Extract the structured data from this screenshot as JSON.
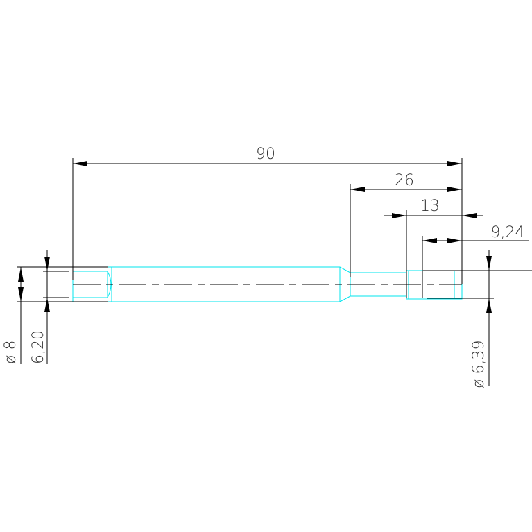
{
  "drawing": {
    "dimensions": {
      "overall_length": "90",
      "length_26": "26",
      "length_13": "13",
      "length_9_24": "9,24",
      "left_outer_diameter": "ø 8",
      "left_inner_diameter": "6,20",
      "right_diameter": "ø 6,39"
    },
    "colors": {
      "part": "#00e5ee",
      "dimension": "#000000"
    }
  }
}
